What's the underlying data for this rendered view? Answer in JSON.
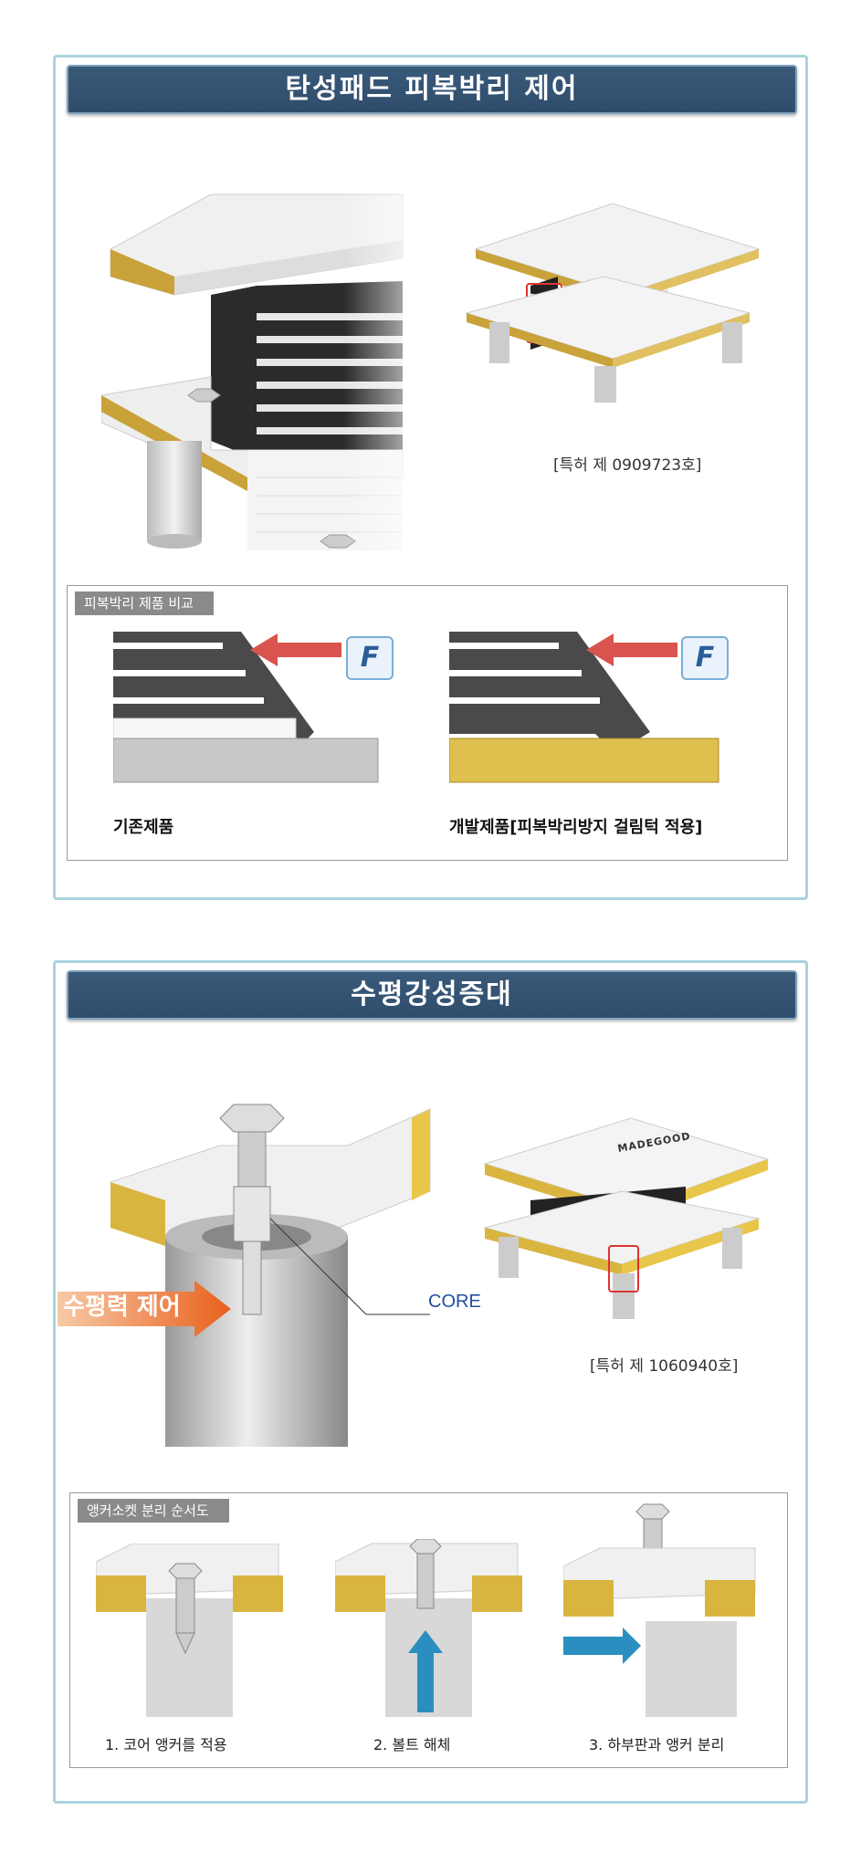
{
  "section1": {
    "title": "탄성패드 피복박리 제어",
    "patent": "[특허 제 0909723호]",
    "comparison": {
      "tab": "피복박리 제품 비교",
      "force_symbol": "F",
      "existing_label": "기존제품",
      "developed_label": "개발제품[피복박리방지 걸림턱 적용]"
    }
  },
  "section2": {
    "title": "수평강성증대",
    "core_label": "CORE",
    "horizontal_label": "수평력 제어",
    "brand": "MADEGOOD",
    "patent": "[특허 제 1060940호]",
    "sequence": {
      "tab": "앵커소켓 분리 순서도",
      "steps": [
        "1. 코어 앵커를 적용",
        "2. 볼트 해체",
        "3. 하부판과 앵커 분리"
      ]
    }
  },
  "colors": {
    "title_bar": "#2f4c6b",
    "frame": "#a9d3de",
    "gold": "#c9a23a",
    "arrow_red": "#d9534f",
    "arrow_orange": "#e8601c",
    "arrow_blue": "#2a8fc0"
  }
}
